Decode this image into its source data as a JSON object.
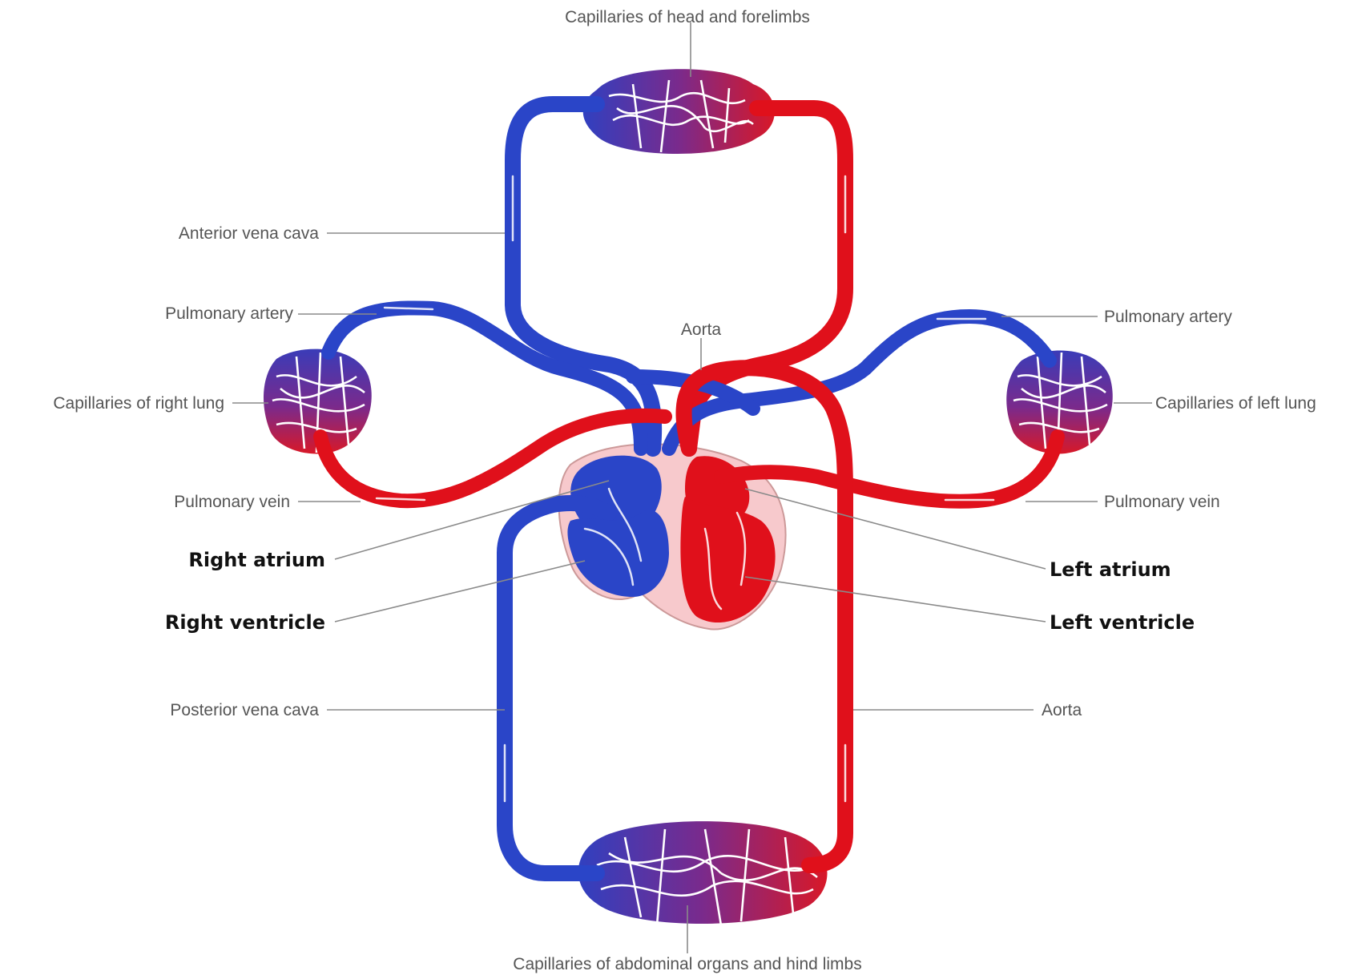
{
  "labels": {
    "capillaries_head": "Capillaries of head and forelimbs",
    "anterior_vena_cava": "Anterior vena cava",
    "pulmonary_artery_left": "Pulmonary artery",
    "pulmonary_artery_right": "Pulmonary artery",
    "aorta_top": "Aorta",
    "capillaries_right_lung": "Capillaries of right lung",
    "capillaries_left_lung": "Capillaries of left lung",
    "pulmonary_vein_left": "Pulmonary vein",
    "pulmonary_vein_right": "Pulmonary vein",
    "right_atrium": "Right atrium",
    "left_atrium": "Left atrium",
    "right_ventricle": "Right ventricle",
    "left_ventricle": "Left ventricle",
    "posterior_vena_cava": "Posterior vena cava",
    "aorta_bottom": "Aorta",
    "capillaries_abdominal": "Capillaries of abdominal organs and hind limbs"
  },
  "colors": {
    "deoxygenated_blood": "#2a45c8",
    "oxygenated_blood": "#e0101b",
    "capillary_mix": "#7a2a8c",
    "pericardium": "#f7c9cc"
  }
}
